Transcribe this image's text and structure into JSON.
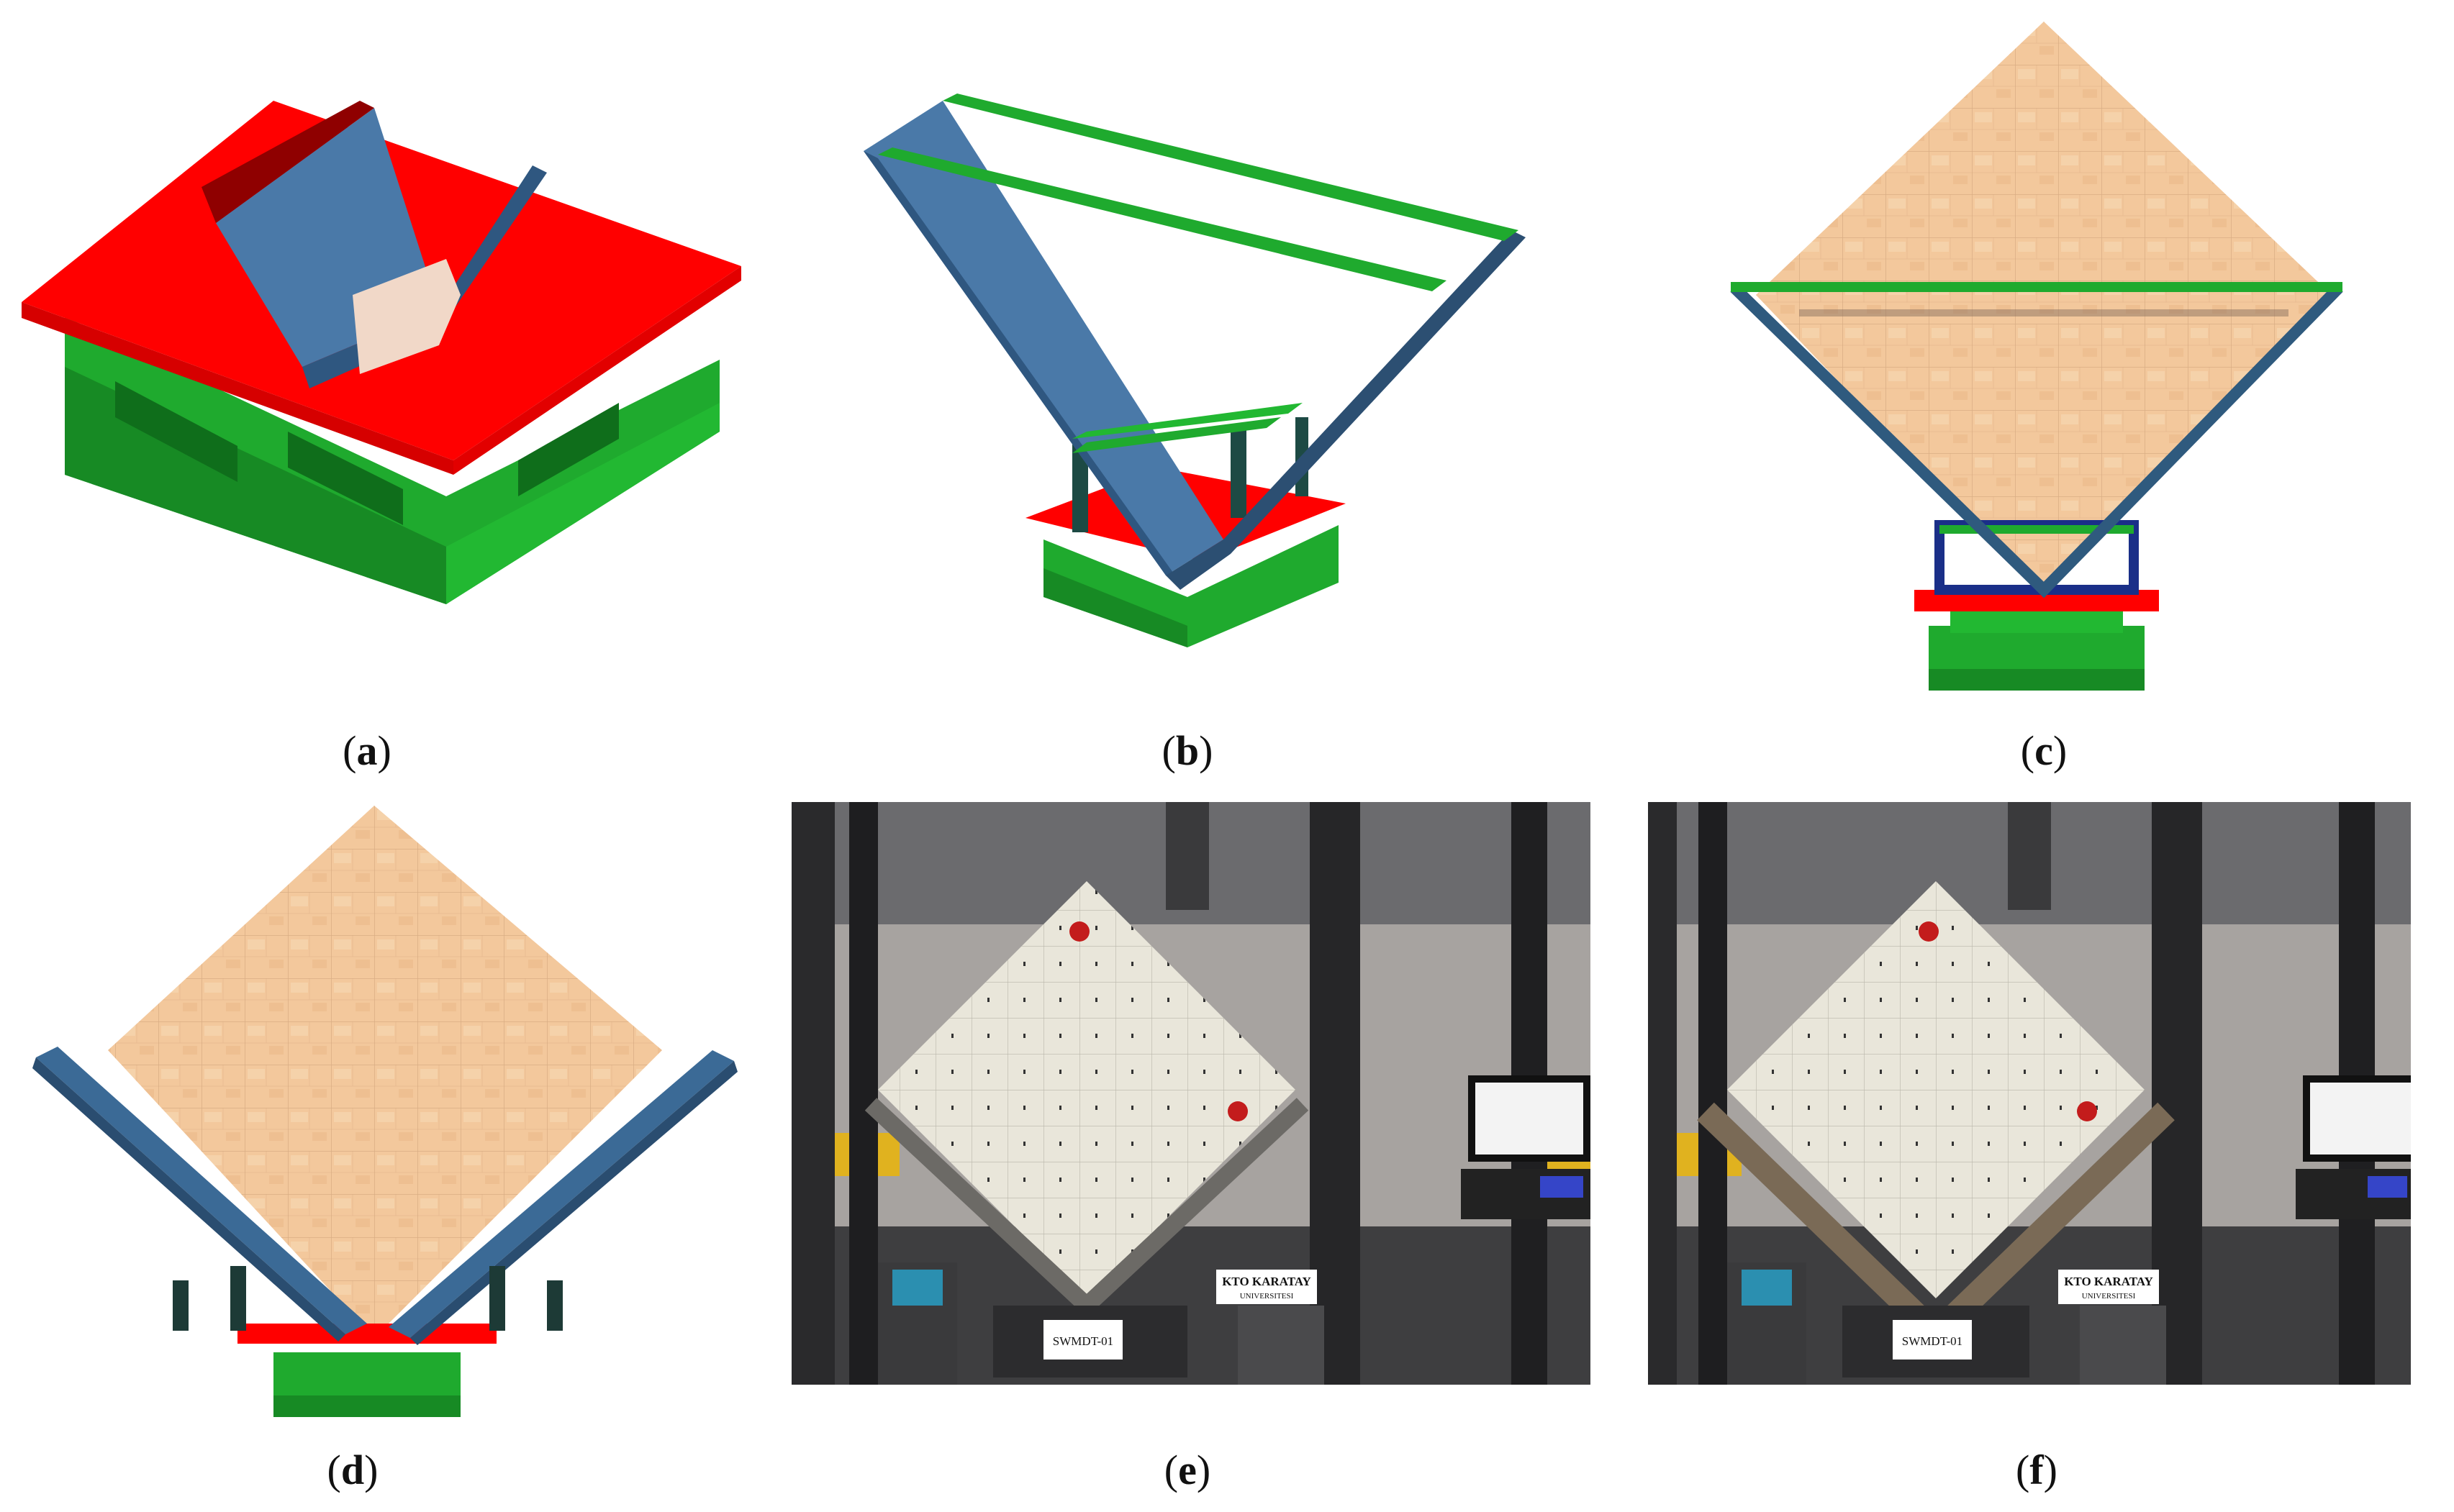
{
  "captions": [
    {
      "id": "a",
      "open": "(",
      "letter": "a",
      "close": ")"
    },
    {
      "id": "b",
      "open": "(",
      "letter": "b",
      "close": ")"
    },
    {
      "id": "c",
      "open": "(",
      "letter": "c",
      "close": ")"
    },
    {
      "id": "d",
      "open": "(",
      "letter": "d",
      "close": ")"
    },
    {
      "id": "e",
      "open": "(",
      "letter": "e",
      "close": ")"
    },
    {
      "id": "f",
      "open": "(",
      "letter": "f",
      "close": ")"
    }
  ],
  "photos": {
    "e": {
      "specimen_label": "SWMDT-01",
      "sign_line1": "KTO KARATAY",
      "sign_line2": "UNIVERSITESI"
    },
    "f": {
      "specimen_label": "SWMDT-01",
      "sign_line1": "KTO KARATAY",
      "sign_line2": "UNIVERSITESI"
    }
  },
  "colors": {
    "red_plate": "#ff0000",
    "green_frame": "#1faa2e",
    "blue_shoe": "#4a79a8",
    "wall_tan": "#f1c79a"
  }
}
